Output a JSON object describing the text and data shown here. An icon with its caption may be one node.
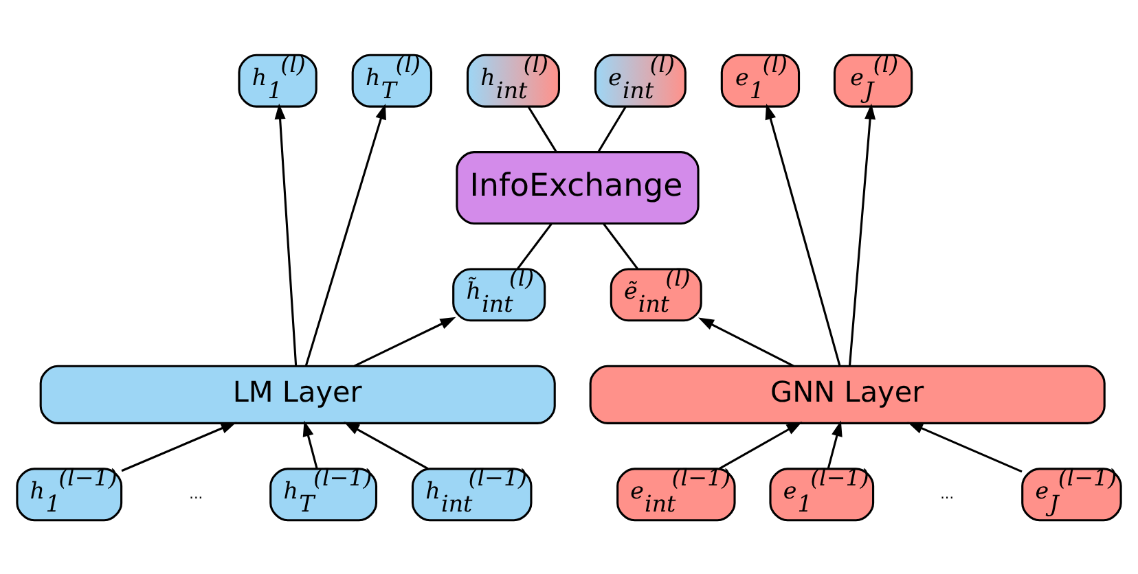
{
  "diagram": {
    "nodes": [
      {
        "text": [
          "h$_{1}$$^{(l)}$"
        ]
      },
      {
        "text": [
          "h$_{T}$$^{(l)}$"
        ]
      },
      {
        "text": [
          "h$_{int}$$^{(l)}$"
        ]
      },
      {
        "text": [
          "e$_{int}$$^{(l)}$"
        ]
      },
      {
        "text": [
          "e$_{1}$$^{(l)}$"
        ]
      },
      {
        "text": [
          "e$_{J}$$^{(l)}$"
        ]
      },
      {
        "text": [
          "InfoExchange"
        ]
      },
      {
        "text": [
          "h̃$_{int}$$^{(l)}$"
        ]
      },
      {
        "text": [
          "ẽ$_{int}$$^{(l)}$"
        ]
      },
      {
        "text": [
          "LM Layer"
        ]
      },
      {
        "text": [
          "GNN Layer"
        ]
      },
      {
        "text": [
          "h$_{1}$$^{(l−1)}$"
        ]
      },
      {
        "text": [
          "h$_{T}$$^{(l−1)}$"
        ]
      },
      {
        "text": [
          "h$_{int}$$^{(l−1)}$"
        ]
      },
      {
        "text": [
          "e$_{int}$$^{(l−1)}$"
        ]
      },
      {
        "text": [
          "e$_{1}$$^{(l−1)}$"
        ]
      },
      {
        "text": [
          "e$_{J}$$^{(l−1)}$"
        ]
      }
    ],
    "edges": [
      {
        "from": 11,
        "to": 9,
        "arrow": "to"
      },
      {
        "from": 12,
        "to": 9,
        "arrow": "to"
      },
      {
        "from": 13,
        "to": 9,
        "arrow": "to"
      },
      {
        "from": 9,
        "to": 0,
        "arrow": "to"
      },
      {
        "from": 9,
        "to": 1,
        "arrow": "to"
      },
      {
        "from": 9,
        "to": 7,
        "arrow": "to"
      },
      {
        "from": 14,
        "to": 10,
        "arrow": "to"
      },
      {
        "from": 15,
        "to": 10,
        "arrow": "to"
      },
      {
        "from": 16,
        "to": 10,
        "arrow": "to"
      },
      {
        "from": 10,
        "to": 8,
        "arrow": "to"
      },
      {
        "from": 10,
        "to": 4,
        "arrow": "to"
      },
      {
        "from": 10,
        "to": 5,
        "arrow": "to"
      },
      {
        "from": 7,
        "to": 6,
        "arrow": "none"
      },
      {
        "from": 8,
        "to": 6,
        "arrow": "none"
      },
      {
        "from": 6,
        "to": 2,
        "arrow": "none"
      },
      {
        "from": 6,
        "to": 3,
        "arrow": "none"
      }
    ],
    "labels": [
      "...",
      "..."
    ]
  }
}
